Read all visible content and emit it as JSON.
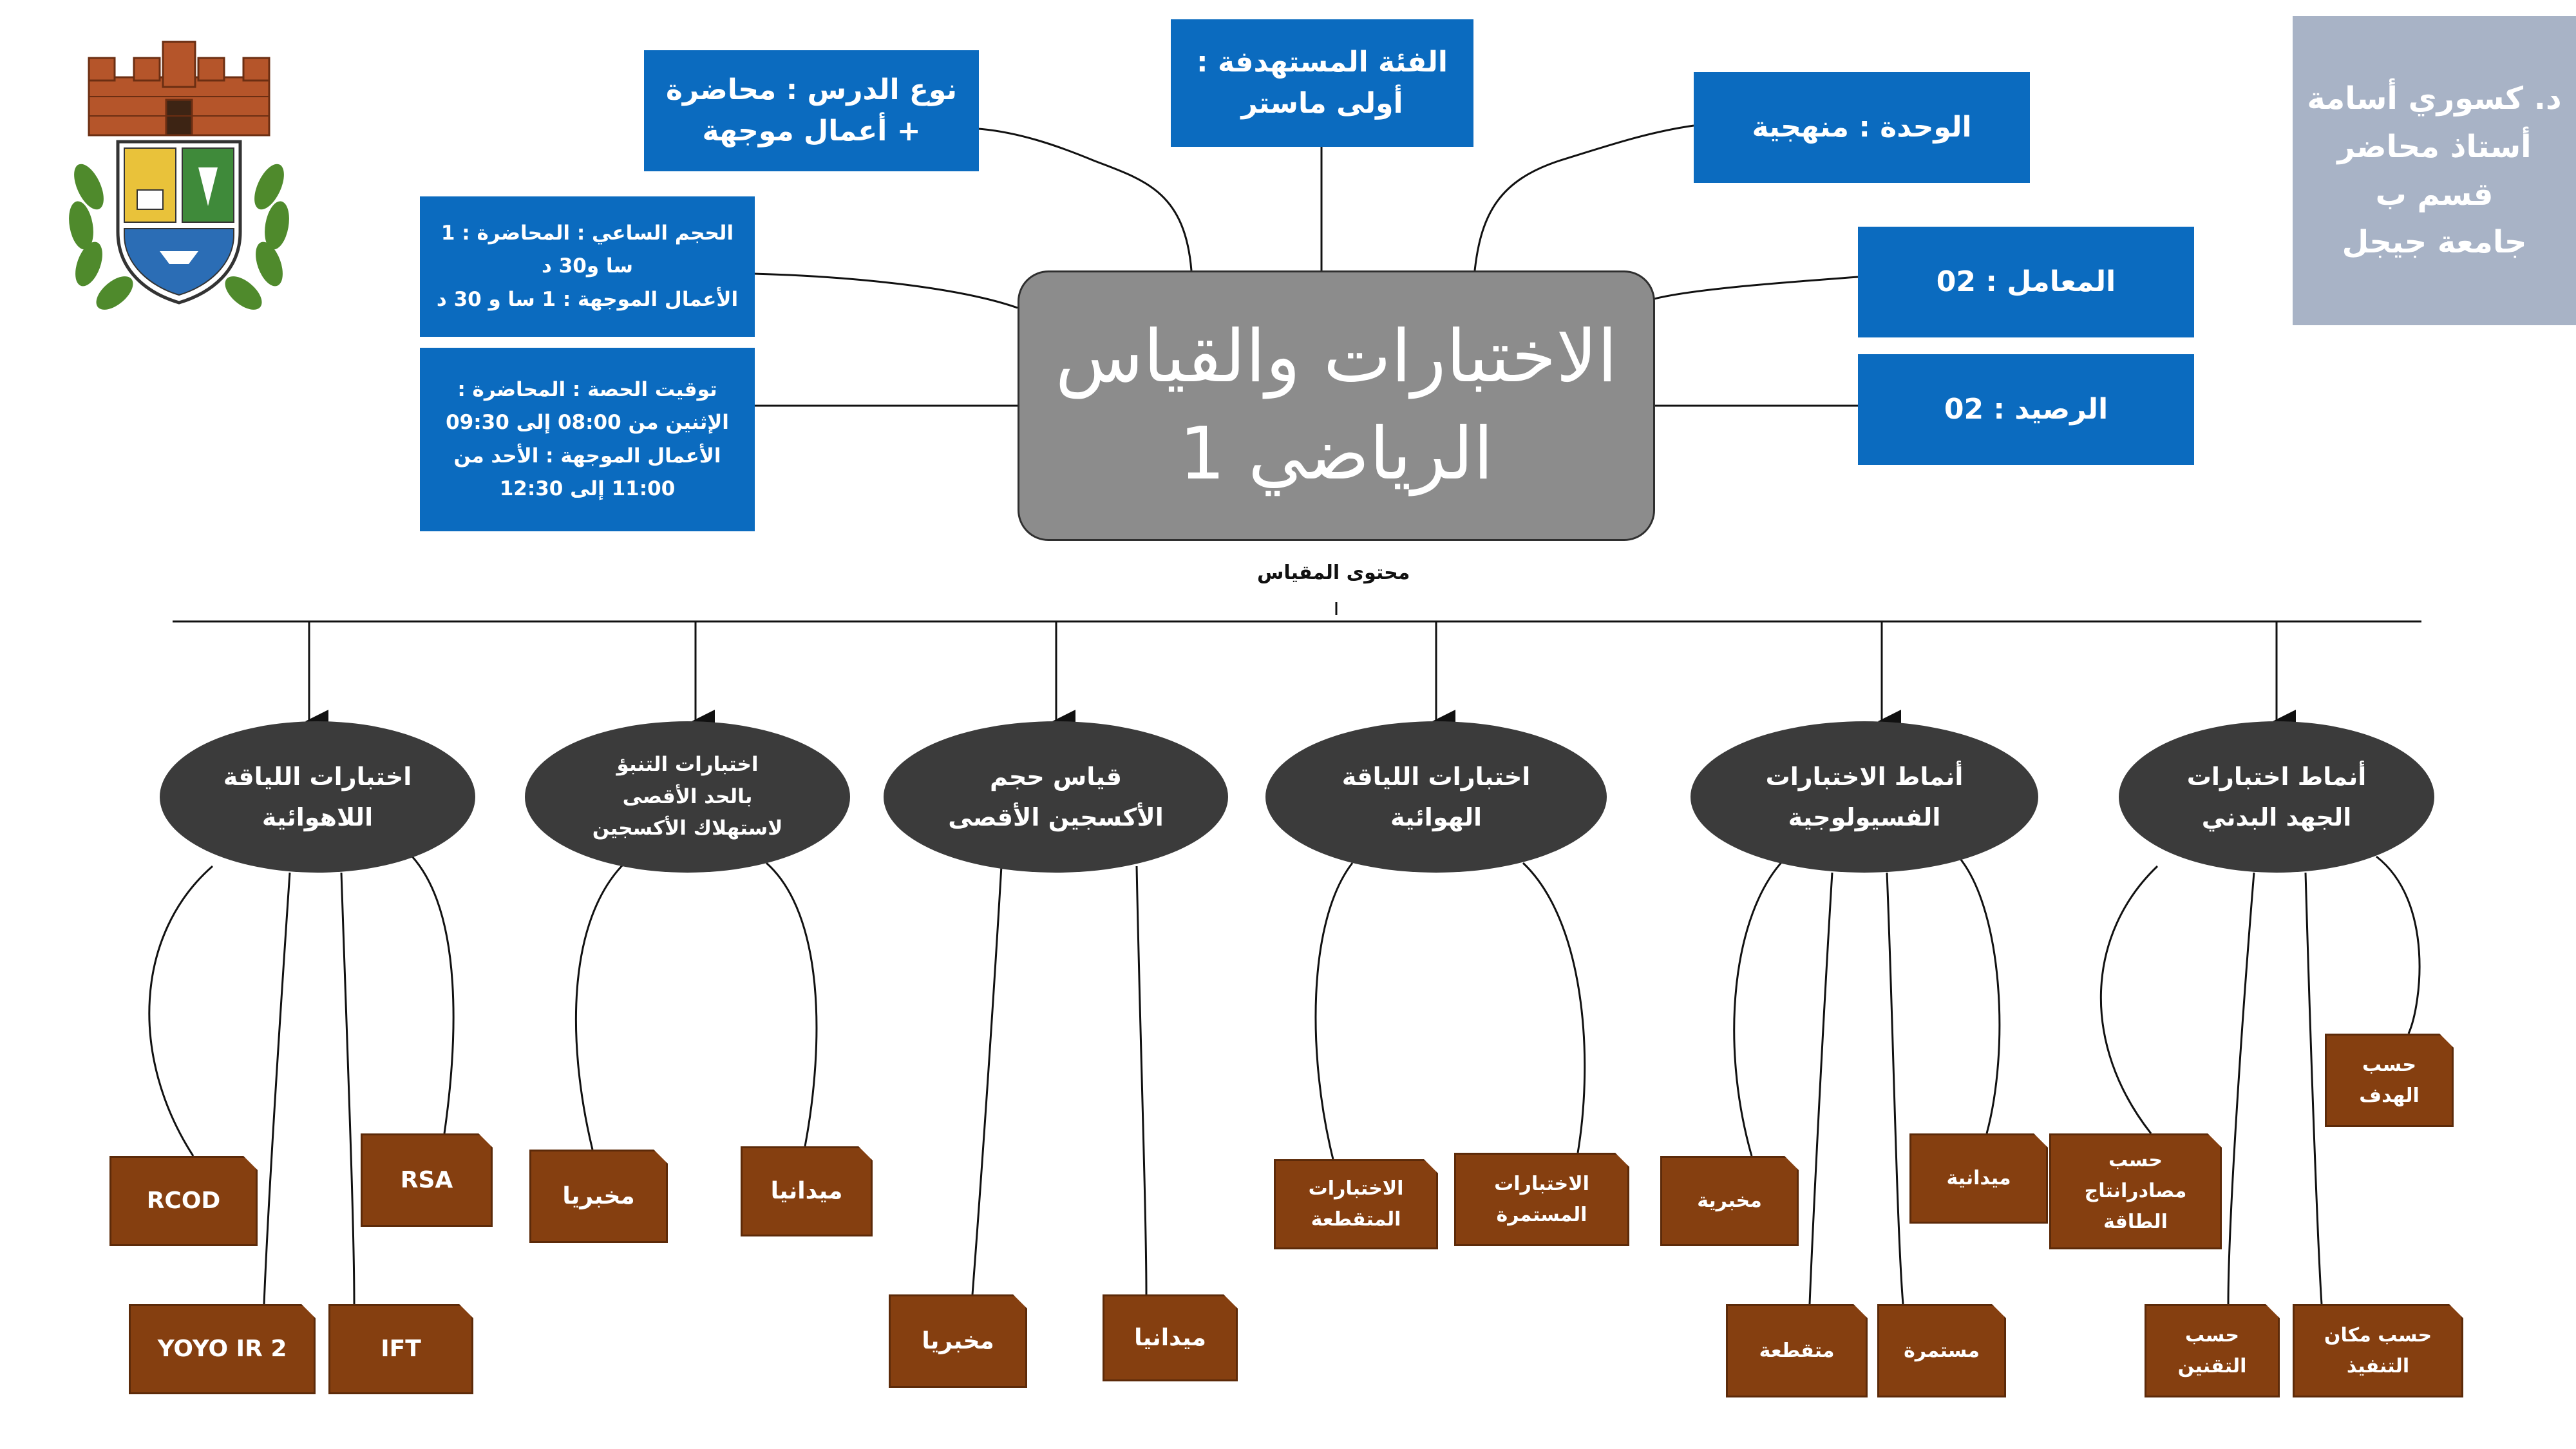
{
  "author": {
    "lines": [
      "د. كسوري أسامة",
      "أستاذ محاضر",
      "قسم ب",
      "جامعة جيجل"
    ]
  },
  "logo": {
    "icon": "university-of-jijel-crest-icon",
    "colors": {
      "tower": "#b5552a",
      "shield_gold": "#e9c23a",
      "shield_blue": "#2b6db5",
      "laurel": "#4f8a2c"
    }
  },
  "center": {
    "line1": "الاختبارات والقياس",
    "line2": "الرياضي 1"
  },
  "info": {
    "lesson_type": {
      "line1": "نوع الدرس : محاضرة",
      "line2": "+ أعمال موجهة"
    },
    "target_group": {
      "line1": "الفئة المستهدفة :",
      "line2": "أولى ماستر"
    },
    "unit": "الوحدة : منهجية",
    "coefficient": "المعامل : 02",
    "credit": "الرصيد : 02",
    "hours": {
      "line1": "الحجم الساعي : المحاضرة : 1",
      "line2": "سا و30 د",
      "line3": "الأعمال الموجهة : 1 سا و 30 د"
    },
    "schedule": {
      "line1": "توقيت الحصة : المحاضرة :",
      "line2": "الإثنين من 08:00 إلى 09:30",
      "line3": "الأعمال الموجهة : الأحد من",
      "line4": "11:00 إلى 12:30"
    }
  },
  "content_label": "محتوى المقياس",
  "topics": [
    {
      "line1": "أنماط اختبارات",
      "line2": "الجهد البدني"
    },
    {
      "line1": "أنماط الاختبارات",
      "line2": "الفسيولوجية"
    },
    {
      "line1": "اختبارات اللياقة",
      "line2": "الهوائية"
    },
    {
      "line1": "قياس حجم",
      "line2": "الأكسجين الأقصى"
    },
    {
      "line1": "اختبارات التنبؤ",
      "line2": "بالحد الأقصى",
      "line3": "لاستهلاك الأكسجين"
    },
    {
      "line1": "اختبارات اللياقة",
      "line2": "اللاهوائية"
    }
  ],
  "leaves": {
    "by_goal": {
      "line1": "حسب",
      "line2": "الهدف"
    },
    "by_energy": {
      "line1": "حسب",
      "line2": "مصادرانتاج",
      "line3": "الطاقة"
    },
    "by_place": {
      "line1": "حسب مكان",
      "line2": "التنفيذ"
    },
    "by_regulation": {
      "line1": "حسب",
      "line2": "التقنين"
    },
    "physio_field": "ميدانية",
    "physio_lab": "مخبرية",
    "physio_continuous": "مستمرة",
    "physio_intermittent": "متقطعة",
    "aero_continuous": {
      "line1": "الاختبارات",
      "line2": "المستمرة"
    },
    "aero_intermittent": {
      "line1": "الاختبارات",
      "line2": "المتقطعة"
    },
    "vo2_field": "ميدانيا",
    "vo2_lab": "مخبريا",
    "pred_field": "ميدانيا",
    "pred_lab": "مخبريا",
    "an_rsa": "RSA",
    "an_rcod": "RCOD",
    "an_ift": "IFT",
    "an_yoyo": "YOYO IR 2"
  },
  "colors": {
    "info_box": "#0b6bbf",
    "author_box": "#a8b3c6",
    "center_box": "#8c8c8c",
    "topic_ellipse": "#3b3b3b",
    "leaf_box": "#853f10"
  }
}
